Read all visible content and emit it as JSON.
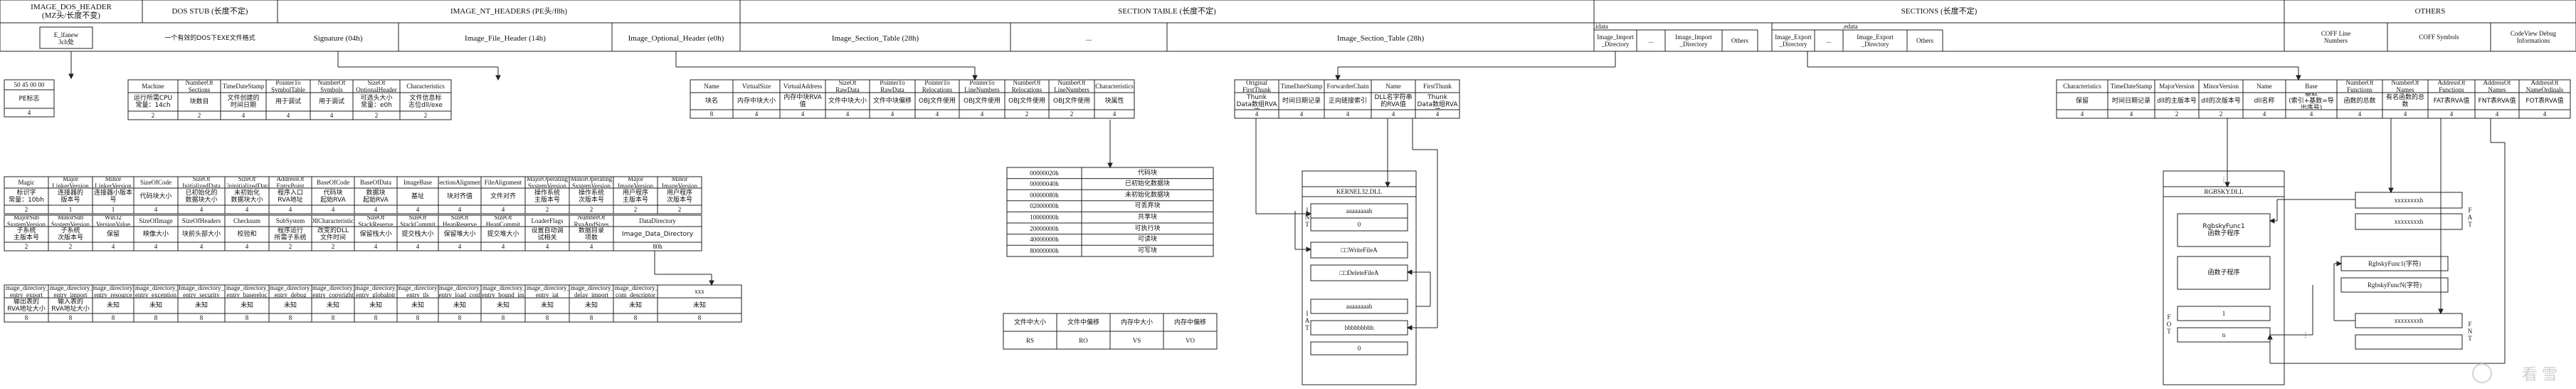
{
  "header": {
    "dos_header": "IMAGE_DOS_HEADER\n(MZ头/长度不变)",
    "dos_stub": "DOS STUB (长度不定)",
    "nt_headers": "IMAGE_NT_HEADERS (PE头/f8h)",
    "section_table": "SECTION TABLE (长度不定)",
    "sections": "SECTIONS (长度不定)",
    "others": "OTHERS"
  },
  "row2": {
    "e_lfanew": "E_lfanew\n3ch处",
    "dos_stub_text": "一个有效的DOS下EXE文件格式",
    "signature": "Signature (04h)",
    "file_header": "Image_File_Header (14h)",
    "optional_header": "Image_Optional_Header (e0h)",
    "section_table_1": "Image_Section_Table (28h)",
    "dots_a": "...",
    "section_table_2": "Image_Section_Table (28h)",
    "dots_b": "...",
    "idata": ".idata",
    "import_dir_1": "Image_Import\n_Directory",
    "dots_c": "...",
    "import_dir_2": "Image_Import\n_Directory",
    "others_1": "Others",
    "edata": ".edata",
    "export_dir_1": "Image_Export\n_Directory",
    "dots_d": "...",
    "export_dir_2": "Image_Export\n_Directory",
    "others_2": "Others",
    "coff_line": "COFF Line\nNumbers",
    "coff_sym": "COFF Symbols",
    "codeview": "CodeView Debug\nInformations"
  },
  "signature_block": {
    "value": "50 45 00 00",
    "desc": "PE标志",
    "size": "4"
  },
  "file_header_fields": {
    "names": [
      "Machine",
      "NumberOf\nSections",
      "TimeDateStamp",
      "PointerTo\nSymbolTable",
      "NumberOf\nSymbols",
      "SizeOf\nOptionalHeader",
      "Characteristics"
    ],
    "descs": [
      "运行所需CPU\n常量：14ch",
      "块数目",
      "文件创建的\n时间日期",
      "用于调试",
      "用于调试",
      "可选头大小\n常量：e0h",
      "文件信息标\n志位dll/exe"
    ],
    "sizes": [
      "2",
      "2",
      "4",
      "4",
      "4",
      "2",
      "2"
    ]
  },
  "optional_row1": {
    "names": [
      "Magic",
      "Major\nLinkerVersion",
      "Minor\nLinkerVersion",
      "SizeOfCode",
      "SizeOf\nInitializedData",
      "SizeOf\nUninitializedData",
      "AddressOf\nEntryPoint",
      "BaseOfCode",
      "BaseOfData",
      "ImageBase",
      "SectionAlignment",
      "FileAlignment",
      "MajorOperating\nSystemVersion",
      "MinorOperating\nSystemVersion",
      "Major\nImageVersion",
      "Minor\nImageVersion"
    ],
    "descs": [
      "标识字\n常量：10bh",
      "连接器的\n版本号",
      "连接器小版本号",
      "代码块大小",
      "已初始化的\n数据块大小",
      "未初始化\n数据块大小",
      "程序入口\nRVA地址",
      "代码块\n起始RVA",
      "数据块\n起始RVA",
      "基址",
      "块对齐值",
      "文件对齐",
      "操作系统\n主版本号",
      "操作系统\n次版本号",
      "用户程序\n主版本号",
      "用户程序\n次版本号"
    ],
    "sizes": [
      "2",
      "1",
      "1",
      "4",
      "4",
      "4",
      "4",
      "4",
      "4",
      "4",
      "4",
      "4",
      "2",
      "2",
      "2",
      "2"
    ]
  },
  "optional_row2": {
    "names": [
      "MajorSub\nSystemVersion",
      "MinorSub\nSystemVersion",
      "Win32\nVersionValue",
      "SizeOfImage",
      "SizeOfHeaders",
      "Checksum",
      "SubSystem",
      "DllCharacteristics",
      "SizeOf\nStackReserve",
      "SizeOf\nStackCommit",
      "SizeOf\nHeapReserve",
      "SizeOf\nHeapCommit",
      "LoaderFlags",
      "NumberOf\nRvaAndSizes",
      "DataDirectory"
    ],
    "descs": [
      "子系统\n主版本号",
      "子系统\n次版本号",
      "保留",
      "映像大小",
      "块前头部大小",
      "校验和",
      "程序运行\n所需子系统",
      "改变的DLL\n文件时间",
      "保留栈大小",
      "提交栈大小",
      "保留堆大小",
      "提交堆大小",
      "设置自动调\n试相关",
      "数据目录\n项数",
      "Image_Data_Directory"
    ],
    "sizes": [
      "2",
      "2",
      "4",
      "4",
      "4",
      "4",
      "2",
      "2",
      "4",
      "4",
      "4",
      "4",
      "4",
      "4",
      "80h"
    ]
  },
  "data_directory": {
    "names": [
      "Image_directory_\nentry_export",
      "Image_directory_\nentry_import",
      "Image_directory_\nentry_resource",
      "Image_directory_\nentry_exception",
      "Image_directory_\nentry_security",
      "Image_directory_\nentry_basereloc",
      "Image_directory_\nentry_debug",
      "Image_directory_\nentry_copyright",
      "Image_directory_\nentry_globalptr",
      "Image_directory_\nentry_tls",
      "Image_directory_\nentry_load_conf",
      "Image_directory_\nentry_bound_im",
      "Image_directory_\nentry_iat",
      "Image_directory_\ndelay_import",
      "Image_directory_\ncom_descriptor",
      "xxx"
    ],
    "descs": [
      "输出表的\nRVA地址大小",
      "输入表的\nRVA地址大小",
      "未知",
      "未知",
      "未知",
      "未知",
      "未知",
      "未知",
      "未知",
      "未知",
      "未知",
      "未知",
      "未知",
      "未知",
      "未知",
      "未知"
    ],
    "sizes": [
      "8",
      "8",
      "8",
      "8",
      "8",
      "8",
      "8",
      "8",
      "8",
      "8",
      "8",
      "8",
      "8",
      "8",
      "8",
      "8"
    ]
  },
  "section_header_fields": {
    "names": [
      "Name",
      "VirtualSize",
      "VirtualAddress",
      "SizeOf\nRawData",
      "PointerTo\nRawData",
      "PointerTo\nRelocations",
      "PointerTo\nLineNumbers",
      "NumberOf\nRelocations",
      "NumberOf\nLineNumbers",
      "Characteristics"
    ],
    "descs": [
      "块名",
      "内存中块大小",
      "内存中块RVA值",
      "文件中块大小",
      "文件中块偏移",
      "OBJ文件使用",
      "OBJ文件使用",
      "OBJ文件使用",
      "OBJ文件使用",
      "块属性"
    ],
    "sizes": [
      "8",
      "4",
      "4",
      "4",
      "4",
      "4",
      "4",
      "2",
      "2",
      "4"
    ]
  },
  "characteristics_flags": {
    "values": [
      "00000020h",
      "00000040h",
      "00000080h",
      "02000000h",
      "10000000h",
      "20000000h",
      "40000000h",
      "80000000h"
    ],
    "meanings": [
      "代码块",
      "已初始化数据块",
      "未初始化数据块",
      "可丢弃块",
      "共享块",
      "可执行块",
      "可读块",
      "可写块"
    ]
  },
  "size_legend": {
    "headers": [
      "文件中大小",
      "文件中偏移",
      "内存中大小",
      "内存中偏移"
    ],
    "abbrs": [
      "RS",
      "RO",
      "VS",
      "VO"
    ]
  },
  "import_descriptor": {
    "names": [
      "Original\nFirstThunk",
      "TimeDateStamp",
      "ForwarderChain",
      "Name",
      "FirstThunk"
    ],
    "descs": [
      "Import Thunk\nData数组RVA值",
      "时间日期记录",
      "正向链接索引",
      "DLL名字符串\n的RVA值",
      "Import Thunk\nData数组RVA值"
    ],
    "sizes": [
      "4",
      "4",
      "4",
      "4",
      "4"
    ]
  },
  "import_memory": {
    "dll_name": "KERNEL32.DLL",
    "int_label": "I\nN\nT",
    "iat_label": "I\nA\nT",
    "thunk_a": "aaaaaaaah",
    "thunk_b": "bbbbbbbbh",
    "zeros": "0",
    "hint_write": "□□WriteFileA",
    "hint_delete": "□□DeleteFileA"
  },
  "export_directory": {
    "names": [
      "Characteristics",
      "TimeDateStamp",
      "MajorVersion",
      "MinorVersion",
      "Name",
      "Base",
      "NumberOf\nFunctions",
      "NumberOf\nNames",
      "AddressOf\nFunctions",
      "AddressOf\nNames",
      "AddressOf\nNameOrdinals"
    ],
    "descs": [
      "保留",
      "时间日期记录",
      "dll的主版本号",
      "dll的次版本号",
      "dll名称",
      "基数\n(索引+基数=导出序号)",
      "函数的总数",
      "有名函数的总数",
      "FAT表RVA值",
      "FNT表RVA值",
      "FOT表RVA值"
    ],
    "sizes": [
      "4",
      "4",
      "2",
      "2",
      "4",
      "4",
      "4",
      "4",
      "4",
      "4",
      "4"
    ]
  },
  "export_memory": {
    "dll_name": "RGBSKY.DLL",
    "dots": "⋮",
    "func1": "RgbskyFunc1\n函数子程序",
    "func_body": "函数子程序",
    "fat_label": "F\nA\nT",
    "fnt_label": "F\nN\nT",
    "fot_label": "F\nO\nT",
    "xxxx": "xxxxxxxxh",
    "name_a": "RgbskyFunc1(字符)",
    "name_n": "RgbskyFuncN(字符)",
    "ord_1": "1",
    "ord_n": "n",
    "dots_h": "⋮"
  },
  "watermark": "看雪"
}
